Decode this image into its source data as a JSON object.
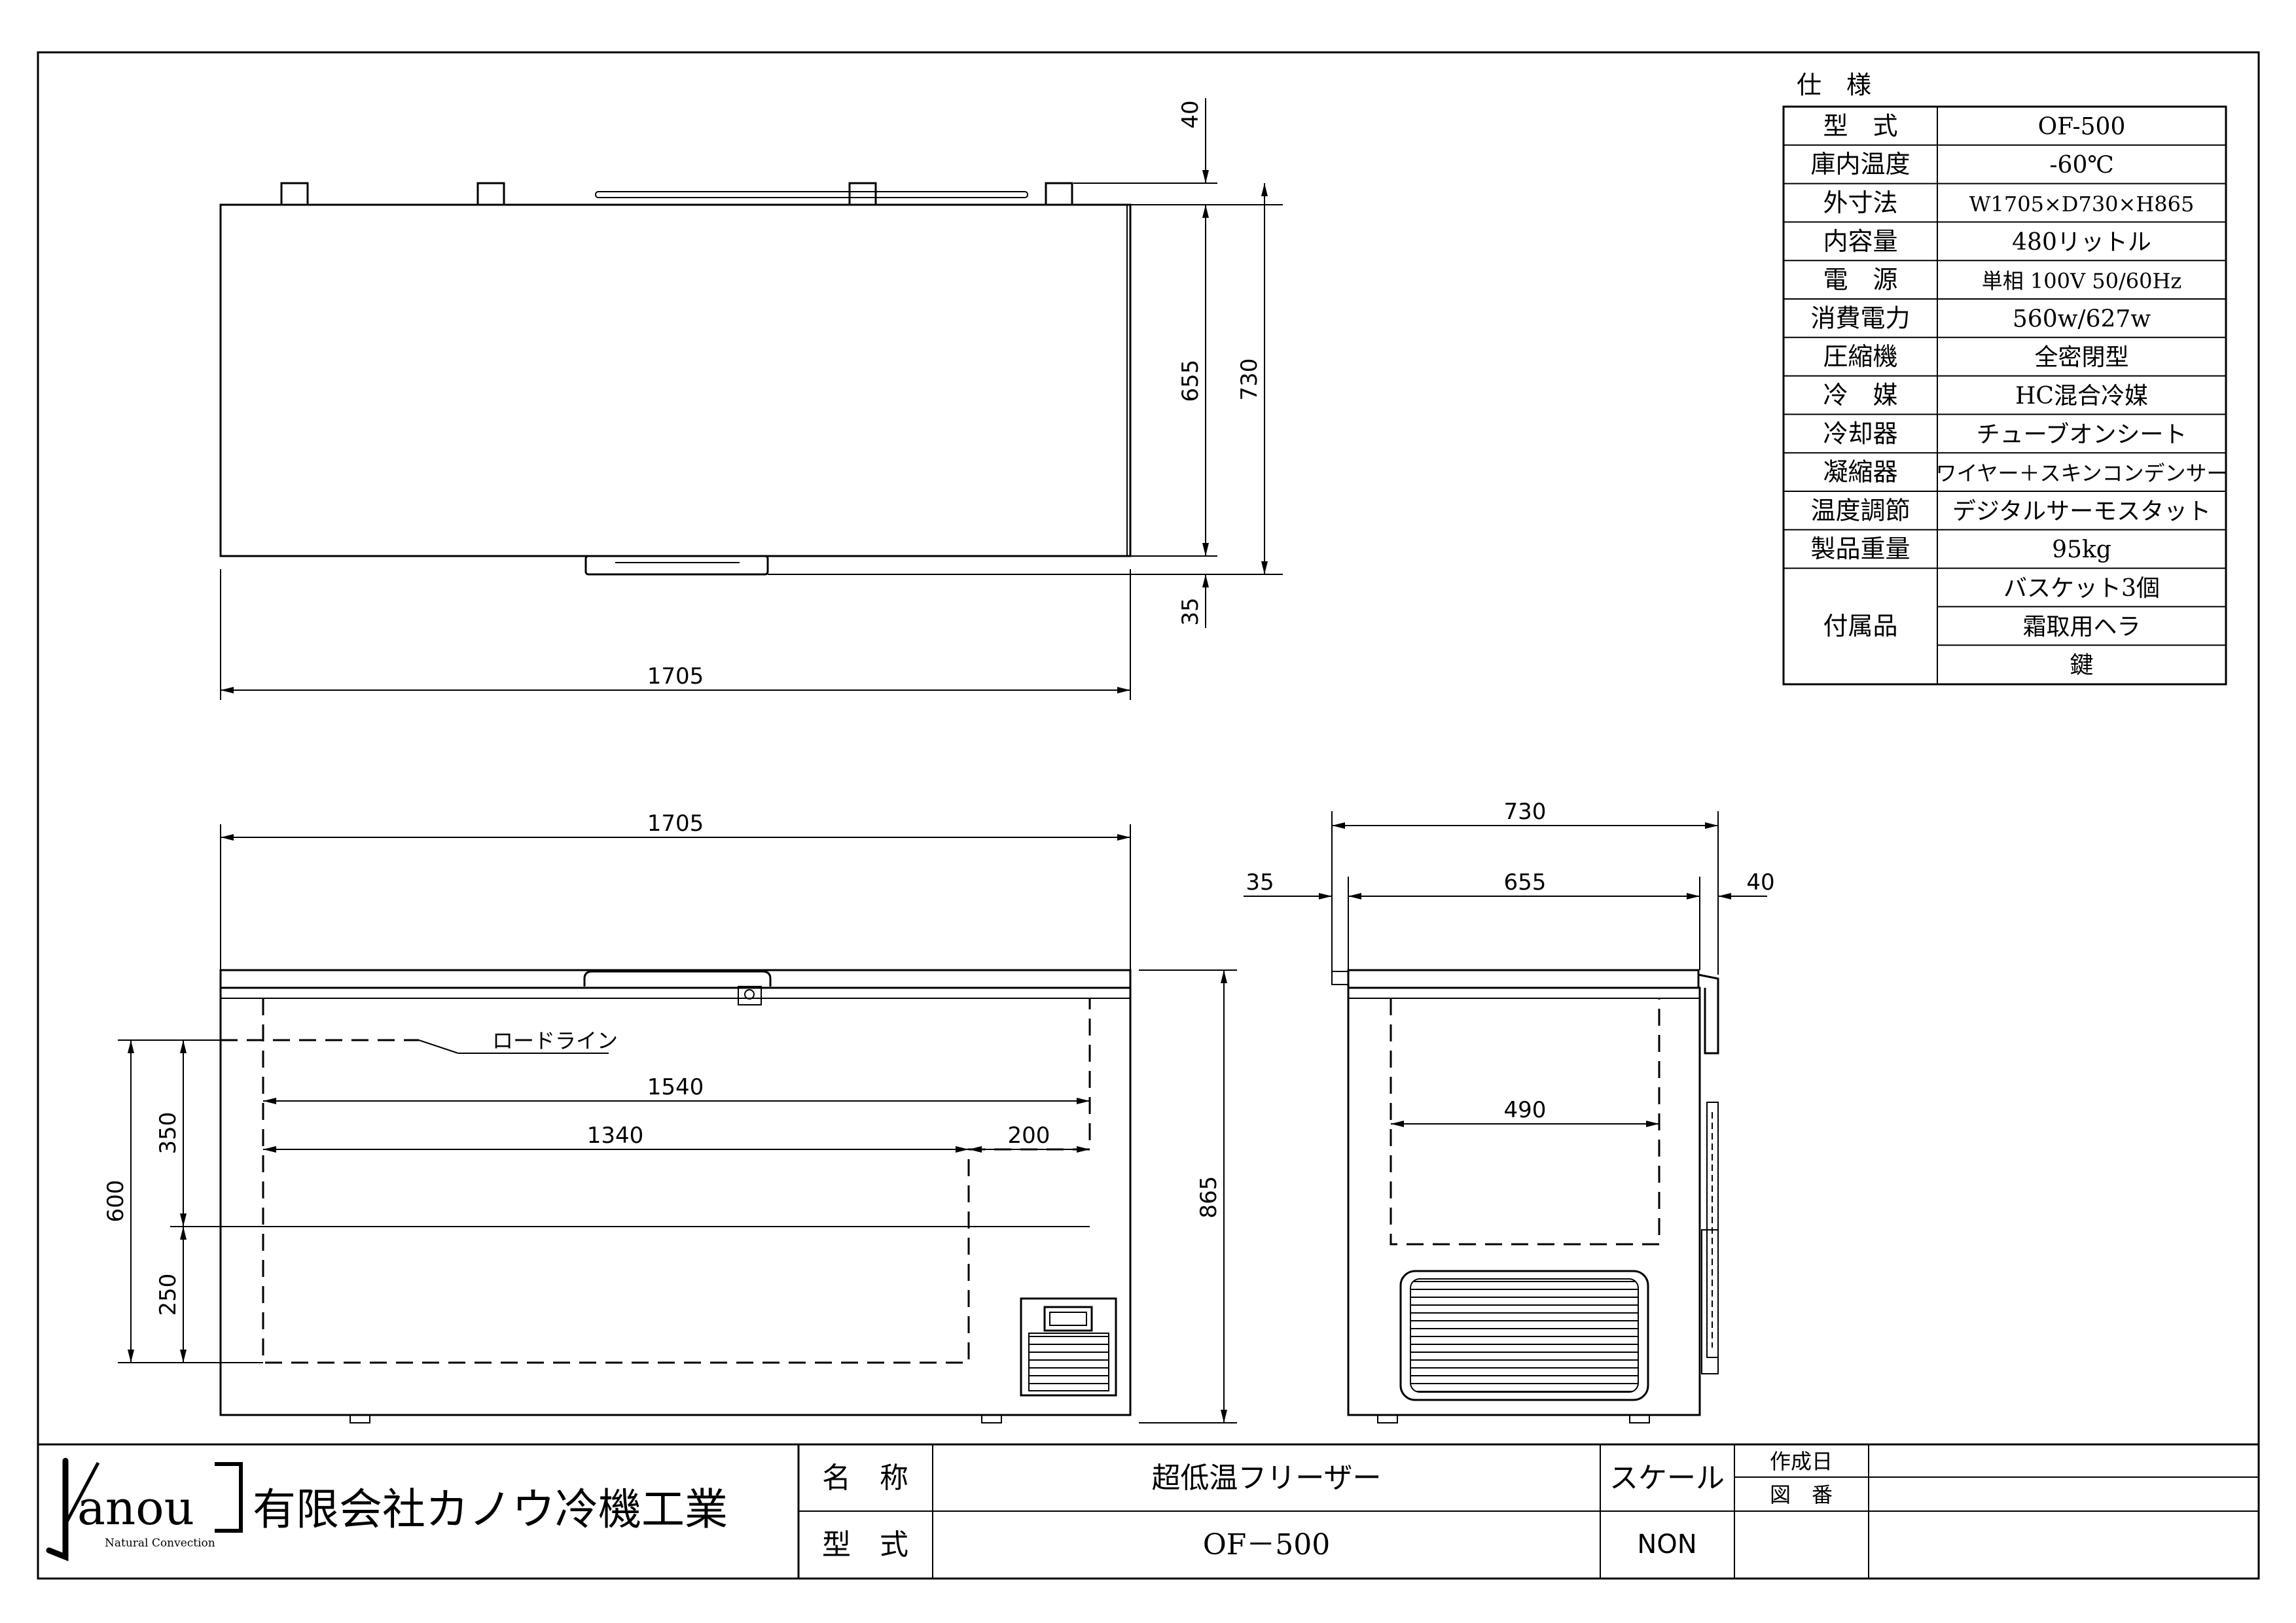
{
  "specs": {
    "heading": "仕　様",
    "rows": [
      {
        "label": "型　式",
        "value": "OF-500"
      },
      {
        "label": "庫内温度",
        "value": "-60℃"
      },
      {
        "label": "外寸法",
        "value": "W1705×D730×H865"
      },
      {
        "label": "内容量",
        "value": "480リットル"
      },
      {
        "label": "電　源",
        "value": "単相  100V  50/60Hz"
      },
      {
        "label": "消費電力",
        "value": "560w/627w"
      },
      {
        "label": "圧縮機",
        "value": "全密閉型"
      },
      {
        "label": "冷　媒",
        "value": "HC混合冷媒"
      },
      {
        "label": "冷却器",
        "value": "チューブオンシート"
      },
      {
        "label": "凝縮器",
        "value": "ワイヤー＋スキンコンデンサー"
      },
      {
        "label": "温度調節",
        "value": "デジタルサーモスタット"
      },
      {
        "label": "製品重量",
        "value": "95kg"
      }
    ],
    "accessories_label": "付属品",
    "accessories": [
      "バスケット3個",
      "霜取用ヘラ",
      "鍵"
    ]
  },
  "top_view": {
    "dims": {
      "lid_top": "40",
      "depth_inner": "655",
      "depth_total": "730",
      "handle": "35",
      "width": "1705"
    }
  },
  "front_view": {
    "dims": {
      "width": "1705",
      "inner": "1540",
      "lower_left": "1340",
      "step": "200",
      "height": "865",
      "load_height": "600",
      "upper": "350",
      "lower": "250"
    },
    "load_line_label": "ロードライン"
  },
  "side_view": {
    "dims": {
      "depth": "730",
      "handle": "35",
      "inner": "655",
      "lid": "40",
      "interior": "490"
    }
  },
  "title_block": {
    "logo_text": "anou",
    "logo_tagline": "Natural Convection",
    "company": "有限会社カノウ冷機工業",
    "name_label": "名　称",
    "name_value": "超低温フリーザー",
    "model_label": "型　式",
    "model_value": "OF－500",
    "scale_label": "スケール",
    "scale_value": "NON",
    "created_label": "作成日",
    "drawing_no_label": "図　番"
  }
}
